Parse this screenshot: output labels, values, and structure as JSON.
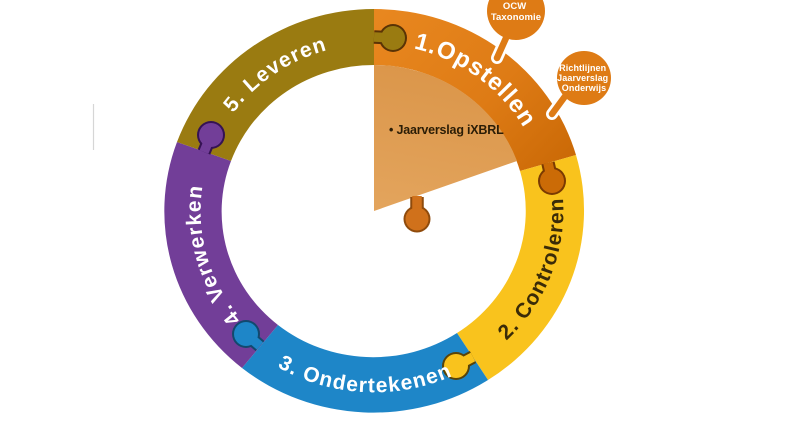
{
  "page": {
    "background": "#FFFFFF"
  },
  "diagram": {
    "type": "process-cycle-puzzle-ring",
    "segments": [
      {
        "order": "1",
        "label": "1.Opstellen",
        "color": "#DE7B15",
        "text_color": "#FFFFFF"
      },
      {
        "order": "2",
        "label": "2. Controleren",
        "color": "#F9C31D",
        "text_color": "#3A2B08"
      },
      {
        "order": "3",
        "label": "3. Ondertekenen",
        "color": "#1E86C8",
        "text_color": "#FFFFFF"
      },
      {
        "order": "4",
        "label": "4. Verwerken",
        "color": "#723E98",
        "text_color": "#FFFFFF"
      },
      {
        "order": "5",
        "label": "5. Leveren",
        "color": "#9A7B11",
        "text_color": "#FFFFFF"
      }
    ],
    "center_note": {
      "text": "• Jaarverslag iXBRL",
      "color": "#2B1D06",
      "background": "#E0A056"
    },
    "callouts": [
      {
        "id": "ocw-taxonomie",
        "lines": [
          "OCW",
          "Taxonomie"
        ],
        "color": "#DE7B15",
        "text_color": "#FFFFFF"
      },
      {
        "id": "richtlijnen-jaarverslag-onderwijs",
        "lines": [
          "Richtlijnen",
          "Jaarverslag",
          "Onderwijs"
        ],
        "color": "#DE7B15",
        "text_color": "#FFFFFF"
      }
    ]
  }
}
